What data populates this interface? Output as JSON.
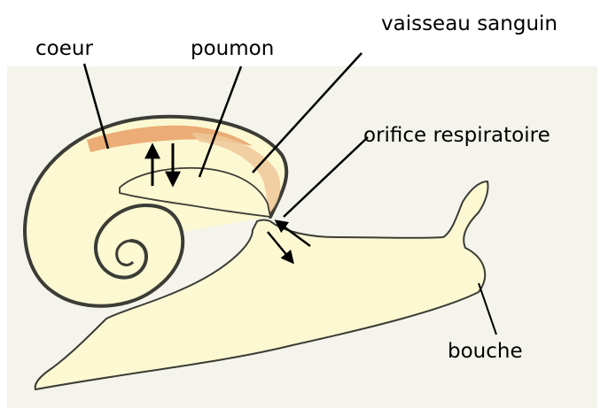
{
  "labels": {
    "coeur": "coeur",
    "poumon": "poumon",
    "vaisseau": "vaisseau sanguin",
    "orifice": "orifice respiratoire",
    "bouche": "bouche"
  },
  "colors": {
    "background_panel": "#f4f4ec",
    "body_fill": "#fbf8d2",
    "outline": "#3c3c36",
    "heart": "#e9a46a",
    "vessel": "#f0c89a",
    "line": "#000000"
  },
  "icons": [
    "airflow-in-arrow",
    "airflow-out-arrow",
    "orifice-in-arrow",
    "orifice-out-arrow"
  ]
}
